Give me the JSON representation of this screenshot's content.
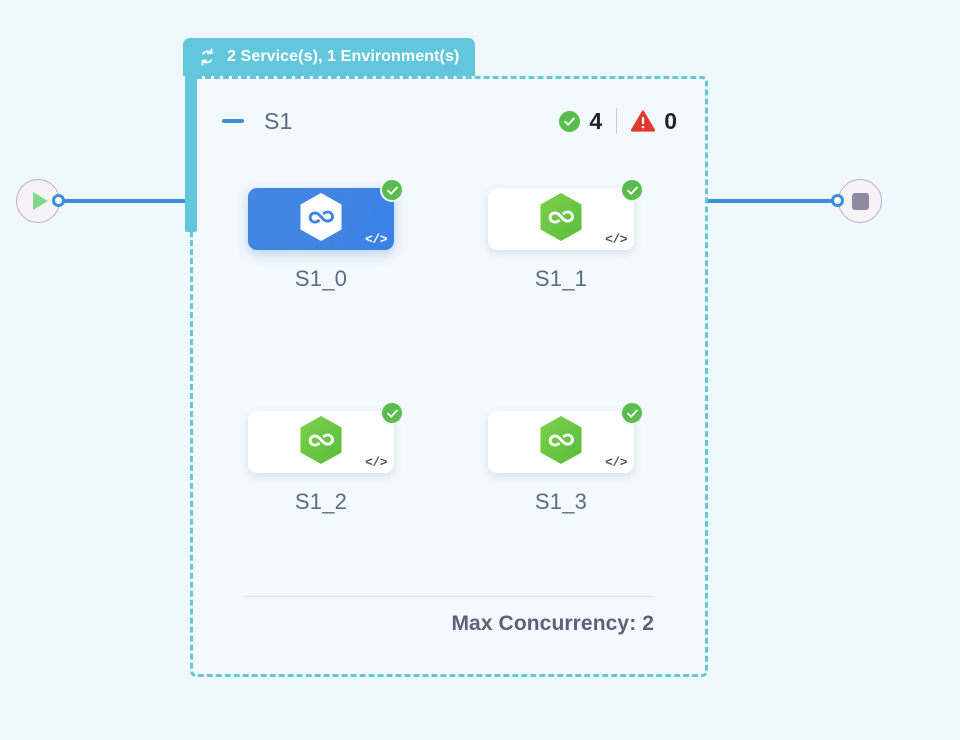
{
  "canvas": {
    "background_color": "#eff8fc"
  },
  "start_node": {
    "icon": "play-icon",
    "color": "#7ed98b"
  },
  "end_node": {
    "icon": "stop-icon",
    "color": "#8e8aa3"
  },
  "connectors": {
    "color": "#3d8fdd"
  },
  "group": {
    "tab": {
      "icon": "loop-icon",
      "label": "2 Service(s), 1 Environment(s)",
      "background_color": "#62c7dd"
    },
    "border_color": "#62c7dd",
    "header": {
      "collapse_icon": "minus-icon",
      "title": "S1",
      "status": {
        "ok_icon": "check-circle-icon",
        "ok_count": "4",
        "warn_icon": "warning-triangle-icon",
        "warn_count": "0",
        "ok_color": "#5bbd4e",
        "warn_color": "#e03a2f"
      }
    },
    "services": [
      {
        "label": "S1_0",
        "selected": true,
        "status": "ok",
        "status_icon": "check-circle-icon",
        "code_icon": "</>",
        "hex_color": "#ffffff",
        "card_color": "#3f86e2"
      },
      {
        "label": "S1_1",
        "selected": false,
        "status": "ok",
        "status_icon": "check-circle-icon",
        "code_icon": "</>",
        "hex_color": "#67c53f",
        "card_color": "#ffffff"
      },
      {
        "label": "S1_2",
        "selected": false,
        "status": "ok",
        "status_icon": "check-circle-icon",
        "code_icon": "</>",
        "hex_color": "#67c53f",
        "card_color": "#ffffff"
      },
      {
        "label": "S1_3",
        "selected": false,
        "status": "ok",
        "status_icon": "check-circle-icon",
        "code_icon": "</>",
        "hex_color": "#67c53f",
        "card_color": "#ffffff"
      }
    ],
    "footer": {
      "max_concurrency_label": "Max Concurrency: 2"
    }
  }
}
